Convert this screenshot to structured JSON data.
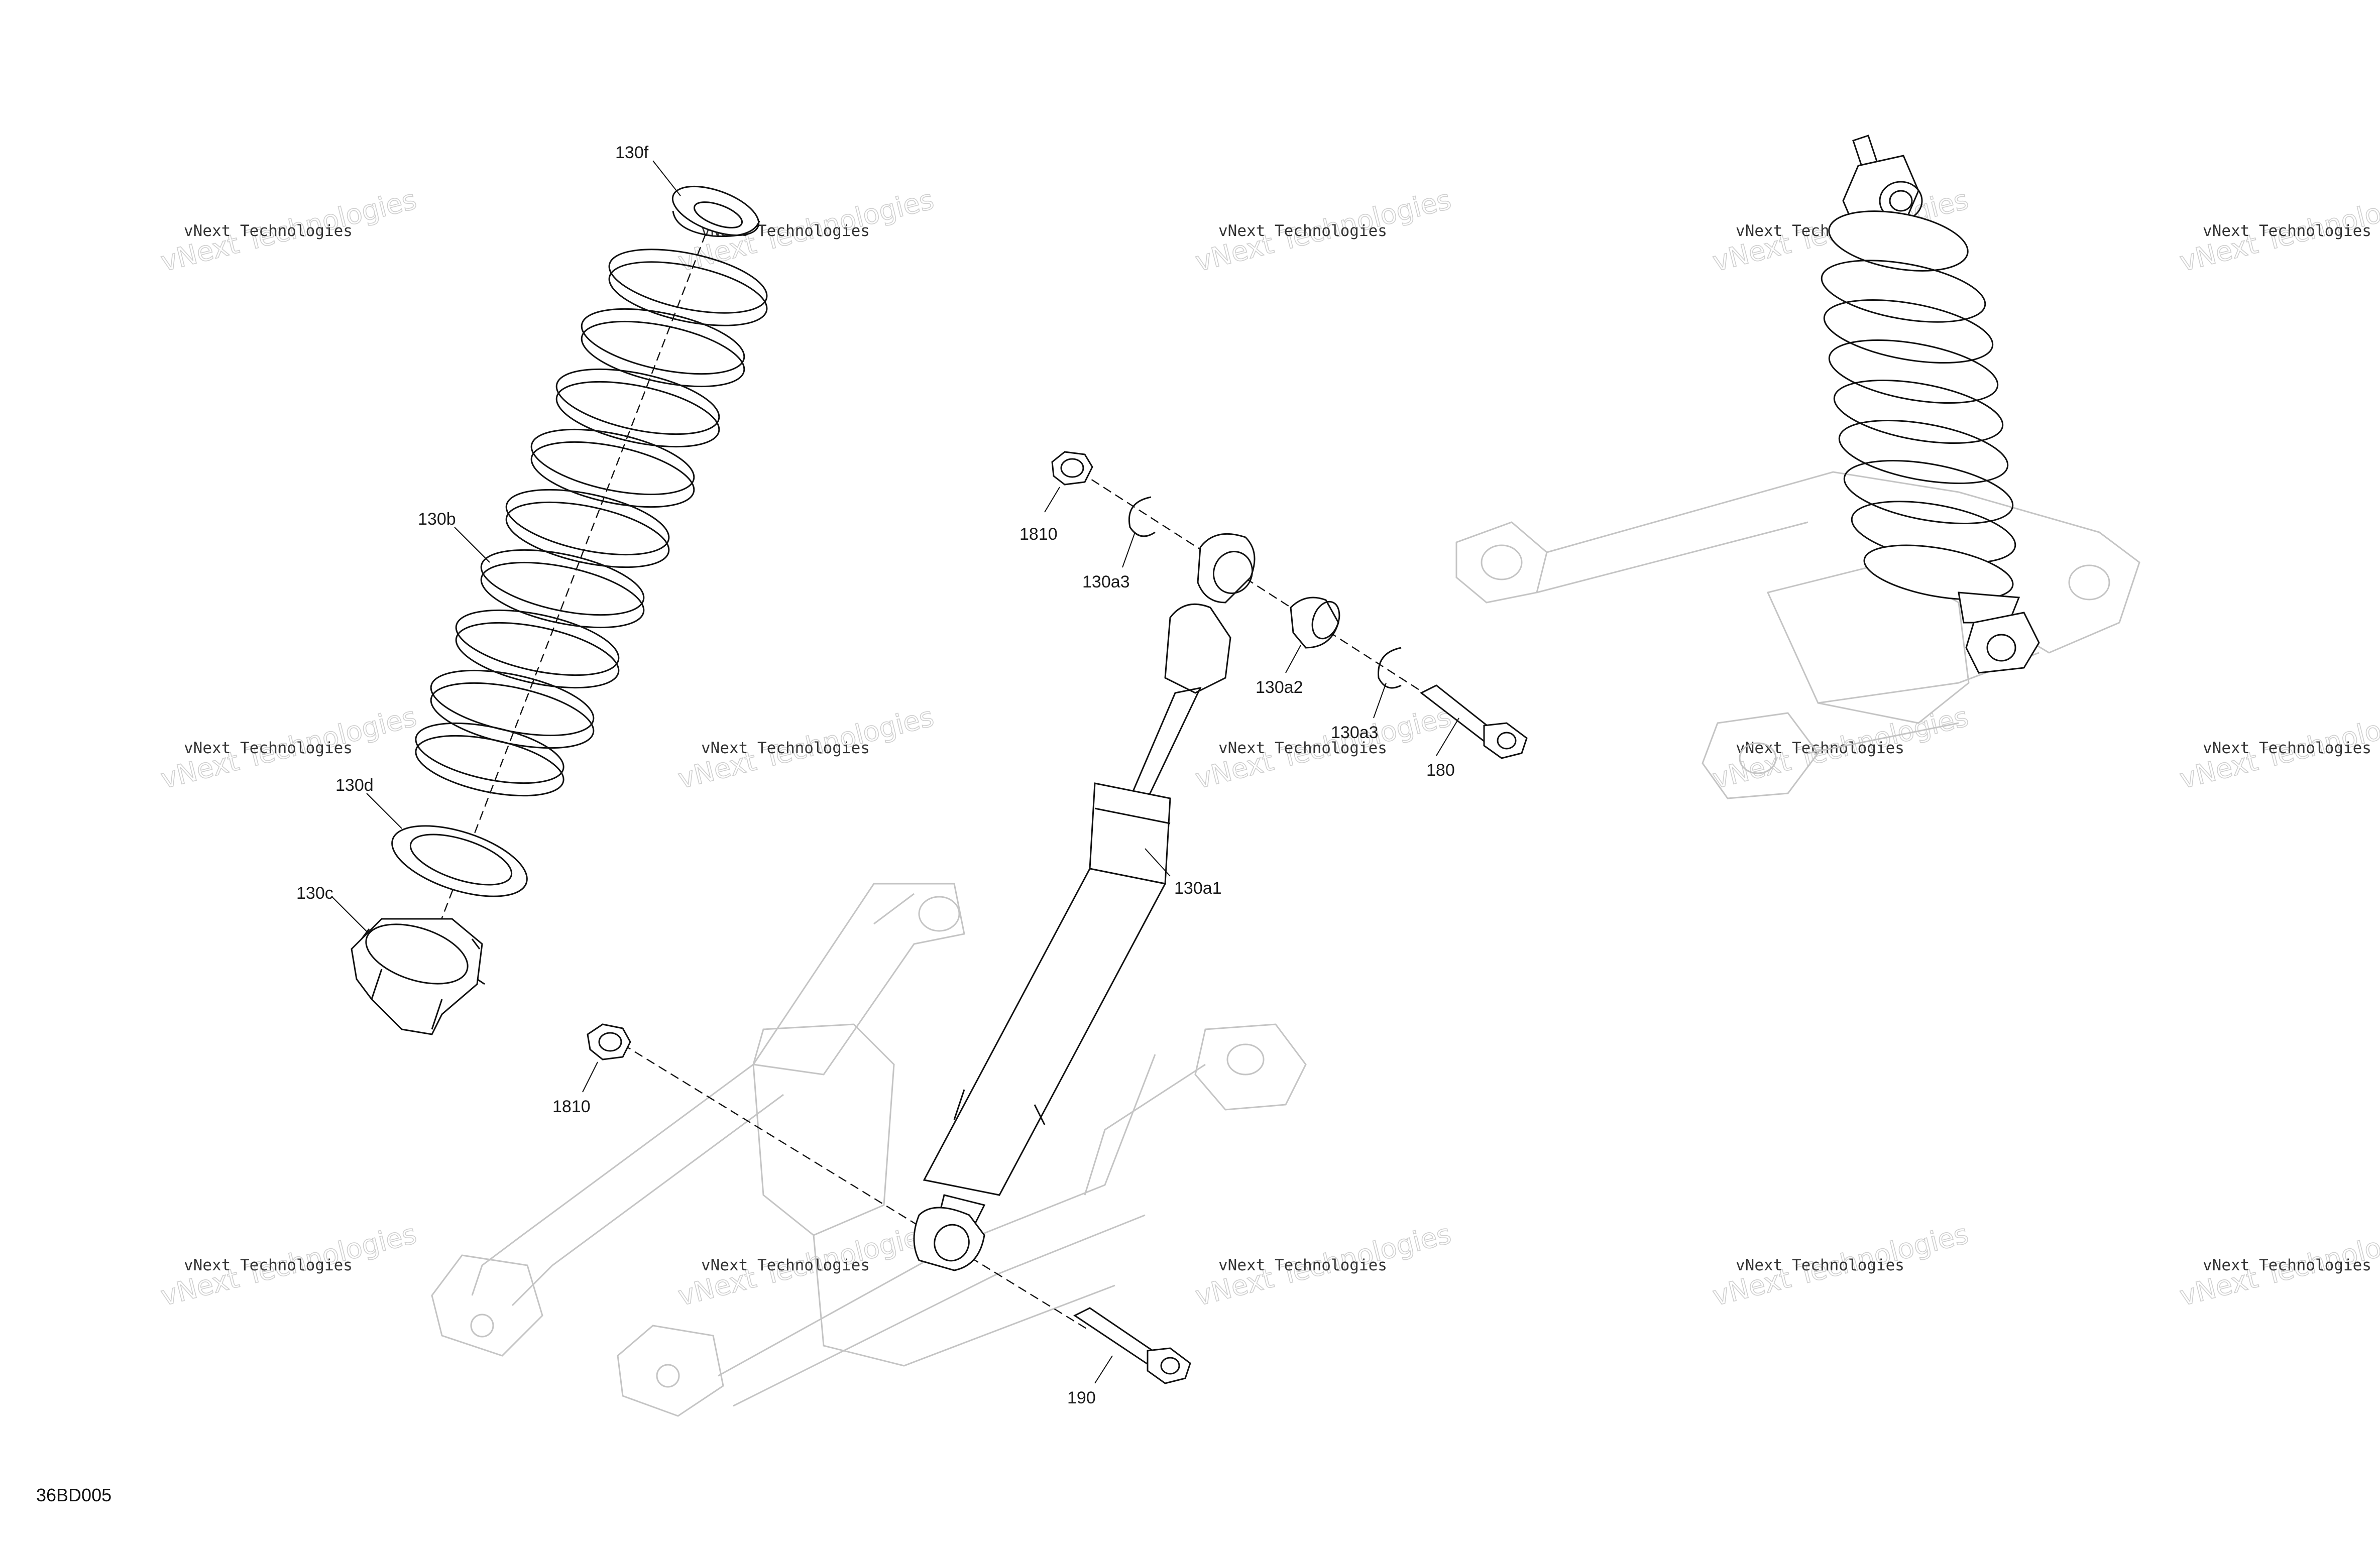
{
  "diagram_id": "36BD005",
  "watermark": {
    "line1": "vNext Technologies",
    "line2": "vNext Technologies"
  },
  "callouts": {
    "spring_seat_top": "130f",
    "spring": "130b",
    "spring_seat_bottom": "130d",
    "adjuster_ring": "130c",
    "nut_upper": "1810",
    "circlip_upper": "130a3",
    "bushing": "130a2",
    "circlip_lower": "130a3",
    "bolt_upper": "180",
    "shock_body": "130a1",
    "nut_lower": "1810",
    "bolt_lower": "190"
  },
  "colors": {
    "line": "#111111",
    "ghost": "#c4c4c4",
    "watermark": "#cfcfcf"
  }
}
